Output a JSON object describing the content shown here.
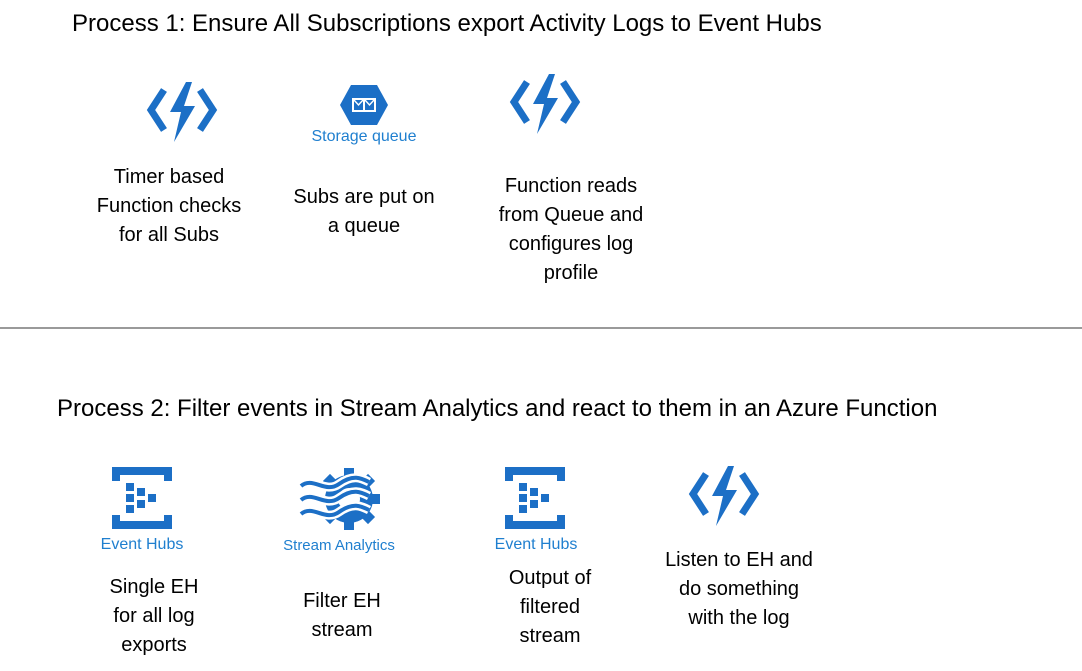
{
  "colors": {
    "accent": "#1f7fcf",
    "icon_blue": "#1c6fc6",
    "divider": "#9a9a9a"
  },
  "process1": {
    "title": "Process 1: Ensure All Subscriptions export Activity Logs to Event Hubs",
    "steps": [
      {
        "icon": "azure-function-icon",
        "label": "",
        "caption": "Timer based\nFunction checks\nfor all Subs"
      },
      {
        "icon": "storage-queue-icon",
        "label": "Storage queue",
        "caption": "Subs are put on\na queue"
      },
      {
        "icon": "azure-function-icon",
        "label": "",
        "caption": "Function reads\nfrom Queue and\nconfigures log\nprofile"
      }
    ]
  },
  "process2": {
    "title": "Process 2: Filter events in Stream Analytics and react to them in an Azure Function",
    "steps": [
      {
        "icon": "event-hubs-icon",
        "label": "Event Hubs",
        "caption": "Single EH\nfor all log\nexports"
      },
      {
        "icon": "stream-analytics-icon",
        "label": "Stream Analytics",
        "caption": "Filter EH\nstream"
      },
      {
        "icon": "event-hubs-icon",
        "label": "Event Hubs",
        "caption": "Output of\nfiltered\nstream"
      },
      {
        "icon": "azure-function-icon",
        "label": "",
        "caption": "Listen to EH and\ndo something\nwith the log"
      }
    ]
  }
}
